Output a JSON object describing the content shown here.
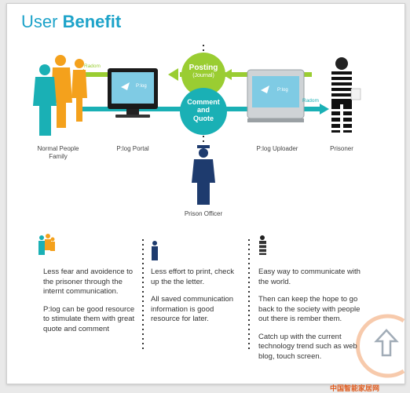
{
  "title": {
    "plain": "User",
    "strong": "Benefit"
  },
  "diagram": {
    "normal_people_label": "Normal People\nFamily",
    "portal_label": "P:log Portal",
    "uploader_label": "P:log Uploader",
    "prisoner_label": "Prisoner",
    "officer_label": "Prison Officer",
    "posting": {
      "line1": "Posting",
      "line2": "(Journal)"
    },
    "comment": "Comment\nand\nQuote",
    "arrow_left_label": "Radom",
    "arrow_right_label": "Radom",
    "screen_logo_left": "P:log",
    "screen_logo_right": "P:log"
  },
  "columns": [
    {
      "paragraphs": [
        "Less fear and avoidence to the prisoner through the internt communication.",
        "P:log can be good resource to stimulate them with great quote and comment"
      ]
    },
    {
      "paragraphs": [
        "Less effort to print, check up the the letter.",
        "All saved communication information is good resource for later."
      ]
    },
    {
      "paragraphs": [
        "Easy way to communicate with the world.",
        "Then can keep the hope to go back to the society with people out there is rember them.",
        "Catch up with the current technology trend such as web blog, touch screen."
      ]
    }
  ],
  "watermark": "中国智能家居网",
  "colors": {
    "teal": "#1ab0b5",
    "green": "#9acd32",
    "navy": "#1e3b6e",
    "orange": "#f4a11c",
    "title_blue": "#1da3c9"
  }
}
